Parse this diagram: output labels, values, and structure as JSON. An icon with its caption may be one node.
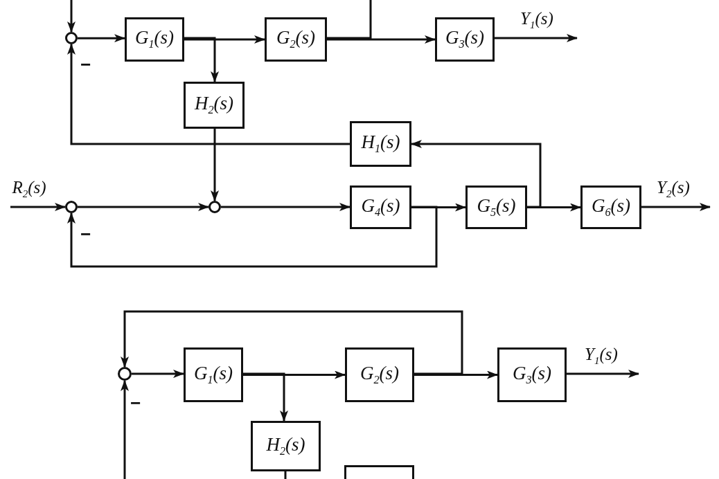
{
  "diagram": {
    "nodes": [
      {
        "text": [],
        "shape": "circle"
      },
      {
        "text": [
          "G$_{1}$(s)"
        ]
      },
      {
        "text": [
          "G$_{2}$(s)"
        ]
      },
      {
        "text": [
          "G$_{3}$(s)"
        ]
      },
      {
        "text": [
          "H$_{2}$(s)"
        ]
      },
      {
        "text": [
          "H$_{1}$(s)"
        ]
      },
      {
        "text": [],
        "shape": "circle"
      },
      {
        "text": [],
        "shape": "circle"
      },
      {
        "text": [
          "G$_{4}$(s)"
        ]
      },
      {
        "text": [
          "G$_{5}$(s)"
        ]
      },
      {
        "text": [
          "G$_{6}$(s)"
        ]
      },
      {
        "text": [],
        "shape": "circle"
      },
      {
        "text": [
          "G$_{1}$(s)"
        ]
      },
      {
        "text": [
          "G$_{2}$(s)"
        ]
      },
      {
        "text": [
          "G$_{3}$(s)"
        ]
      },
      {
        "text": [
          "H$_{2}$(s)"
        ]
      },
      {
        "text": [],
        "shape": "box"
      }
    ],
    "edges": [
      {
        "from": null,
        "to": 0,
        "arrow": "to"
      },
      {
        "from": 0,
        "to": 1,
        "arrow": "to"
      },
      {
        "from": 1,
        "to": 2,
        "arrow": "to"
      },
      {
        "from": 1,
        "to": 4,
        "arrow": "to"
      },
      {
        "from": 2,
        "to": 3,
        "arrow": "to"
      },
      {
        "from": 2,
        "to": null,
        "arrow": "none"
      },
      {
        "from": 3,
        "to": null,
        "arrow": "to",
        "label": "Y$_{1}$(s)"
      },
      {
        "from": 4,
        "to": 7,
        "arrow": "to"
      },
      {
        "from": 5,
        "to": 0,
        "arrow": "to"
      },
      {
        "from": null,
        "to": 6,
        "arrow": "to",
        "label": "R$_{2}$(s)"
      },
      {
        "from": 6,
        "to": 7,
        "arrow": "to"
      },
      {
        "from": 7,
        "to": 8,
        "arrow": "to"
      },
      {
        "from": 8,
        "to": 9,
        "arrow": "to"
      },
      {
        "from": 8,
        "to": 6,
        "arrow": "to"
      },
      {
        "from": 9,
        "to": 10,
        "arrow": "to"
      },
      {
        "from": 9,
        "to": 5,
        "arrow": "to"
      },
      {
        "from": 10,
        "to": null,
        "arrow": "to",
        "label": "Y$_{2}$(s)"
      },
      {
        "from": 11,
        "to": 12,
        "arrow": "to"
      },
      {
        "from": 12,
        "to": 13,
        "arrow": "to"
      },
      {
        "from": 12,
        "to": 15,
        "arrow": "to"
      },
      {
        "from": 13,
        "to": 14,
        "arrow": "to"
      },
      {
        "from": 13,
        "to": 11,
        "arrow": "to"
      },
      {
        "from": 14,
        "to": null,
        "arrow": "to",
        "label": "Y$_{1}$(s)"
      },
      {
        "from": null,
        "to": 11,
        "arrow": "to"
      },
      {
        "from": 15,
        "to": null,
        "arrow": "none"
      }
    ],
    "labels": [
      "−",
      "−",
      "−"
    ]
  }
}
